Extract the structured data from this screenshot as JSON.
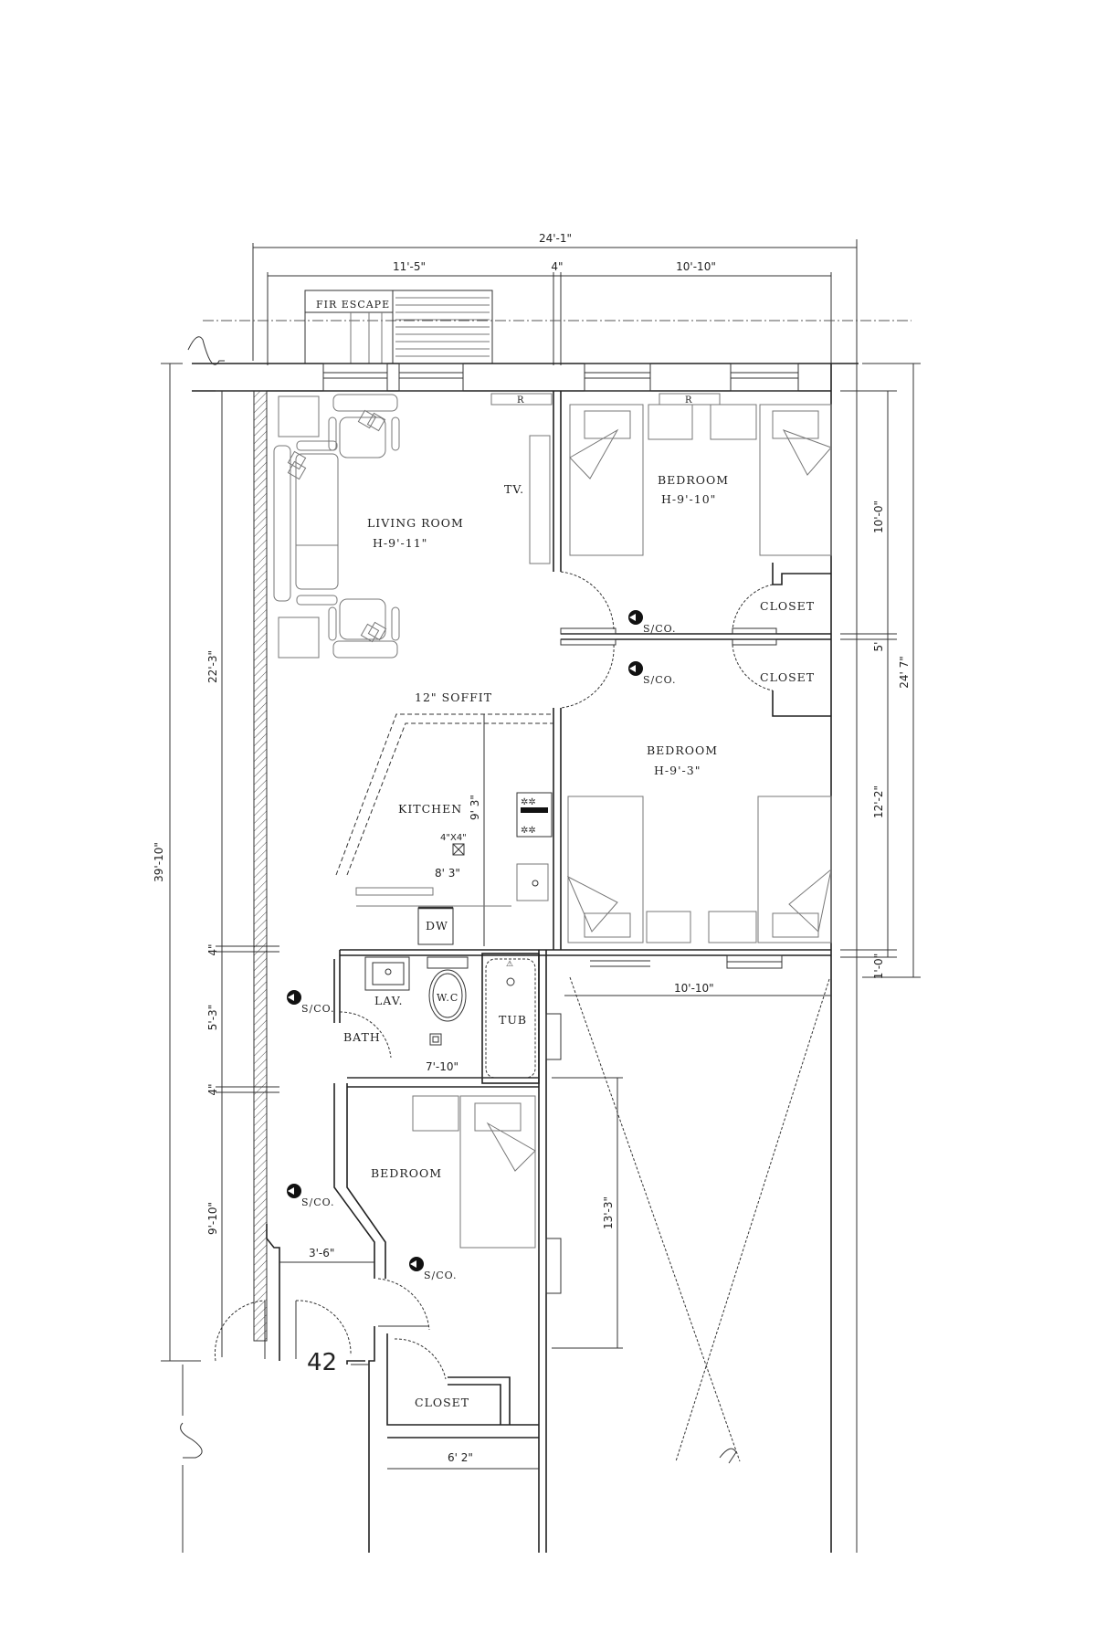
{
  "plan": {
    "title": "Apartment Floor Plan",
    "unit_number": "42",
    "rooms": {
      "living_room": {
        "name": "LIVING ROOM",
        "height": "H-9'-11\""
      },
      "bedroom_1": {
        "name": "BEDROOM",
        "height": "H-9'-10\""
      },
      "bedroom_2": {
        "name": "BEDROOM",
        "height": "H-9'-3\""
      },
      "bedroom_3": {
        "name": "BEDROOM"
      },
      "kitchen": {
        "name": "KITCHEN",
        "width": "8' 3\"",
        "depth": "9' 3\"",
        "vent": "4\"X4\""
      },
      "bath": {
        "name": "BATH",
        "width": "7'-10\""
      },
      "closet_1": {
        "name": "CLOSET"
      },
      "closet_2": {
        "name": "CLOSET"
      },
      "closet_3": {
        "name": "CLOSET"
      }
    },
    "fixtures": {
      "fire_escape": "FIR ESCAPE",
      "soffit": "12\" SOFFIT",
      "tv": "TV.",
      "radiator_1": "R",
      "radiator_2": "R",
      "dishwasher": "DW",
      "lavatory": "LAV.",
      "toilet": "W.C",
      "tub": "TUB",
      "smoke_detector": "S/CO."
    },
    "dimensions": {
      "top_overall": "24'-1\"",
      "top_left": "11'-5\"",
      "top_wall": "4\"",
      "top_right": "10'-10\"",
      "left_overall": "39'-10\"",
      "left_upper": "22'-3\"",
      "left_wall_1": "4\"",
      "left_bath": "5'-3\"",
      "left_wall_2": "4\"",
      "left_lower": "9'-10\"",
      "right_bedroom_1": "10'-0\"",
      "right_closets": "5'",
      "right_bedroom_2": "12'-2\"",
      "right_wall": "1'-0\"",
      "right_overall": "24' 7\"",
      "hall_width": "3'-6\"",
      "closet_width": "6' 2\"",
      "yard_width": "10'-10\"",
      "yard_depth": "13'-3\""
    }
  }
}
